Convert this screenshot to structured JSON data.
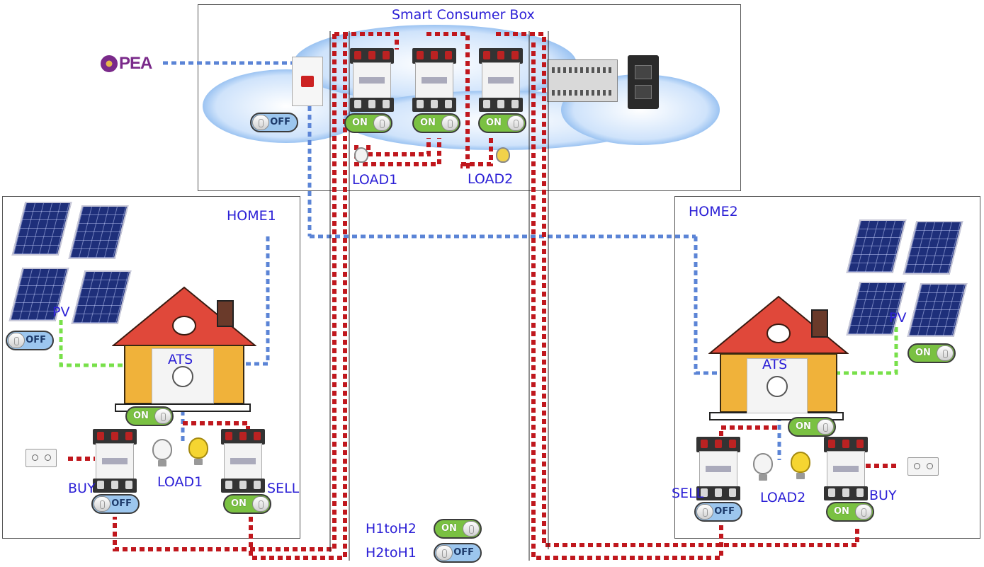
{
  "smart_box": {
    "title": "Smart Consumer Box"
  },
  "utility": {
    "logo_text": "PEA"
  },
  "labels": {
    "home1": "HOME1",
    "home2": "HOME2",
    "load1_top": "LOAD1",
    "load2_top": "LOAD2",
    "pv1": "PV",
    "pv2": "PV",
    "ats1": "ATS",
    "ats2": "ATS",
    "load1_home": "LOAD1",
    "load2_home": "LOAD2",
    "buy1": "BUY",
    "sell1": "SELL",
    "sell2": "SELL",
    "buy2": "BUY",
    "h1toh2": "H1toH2",
    "h2toh1": "H2toH1"
  },
  "switches": {
    "main_breaker": "OFF",
    "contactor1": "ON",
    "contactor2": "ON",
    "contactor3": "ON",
    "pv1": "OFF",
    "ats1": "ON",
    "buy1": "OFF",
    "sell1": "ON",
    "pv2": "ON",
    "ats2": "ON",
    "sell2": "OFF",
    "buy2": "ON",
    "h1toh2": "ON",
    "h2toh1": "OFF"
  },
  "colors": {
    "label_text": "#2b1fd6",
    "grid_wire": "#5b84d6",
    "trade_wire": "#c0171d",
    "pv_wire": "#78e04a",
    "switch_on": "#7ac142",
    "switch_off": "#9cc6ee",
    "cloud": "#4a90e2"
  }
}
